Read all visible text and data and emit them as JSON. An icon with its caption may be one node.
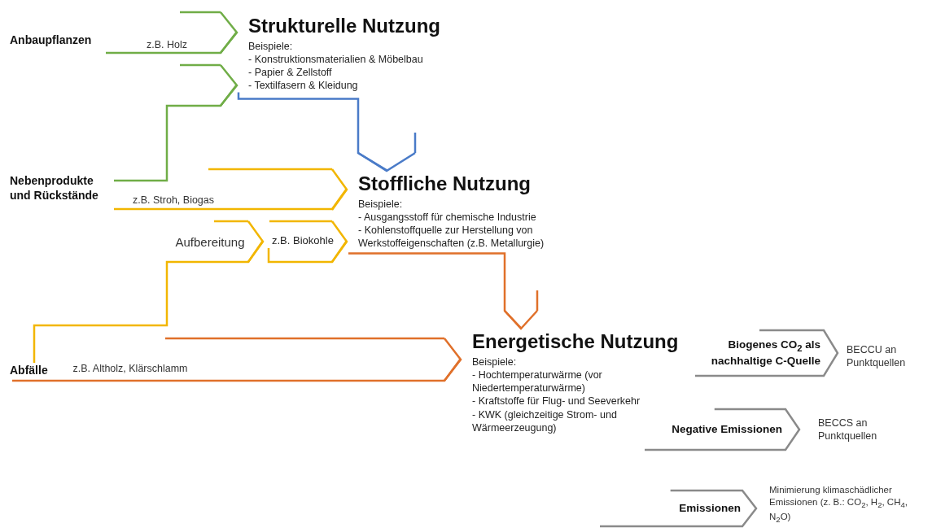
{
  "diagram": {
    "nodes": [
      {
        "text": [
          "Anbaupflanzen"
        ]
      },
      {
        "text": [
          "Strukturelle Nutzung",
          "Beispiele:",
          "- Konstruktionsmaterialien & Möbelbau",
          "- Papier & Zellstoff",
          "- Textilfasern & Kleidung"
        ]
      },
      {
        "text": [
          "Nebenprodukte und Rückstände"
        ]
      },
      {
        "text": [
          "Stoffliche Nutzung",
          "Beispiele:",
          "- Ausgangsstoff für chemische Industrie",
          "- Kohlenstoffquelle zur Herstellung von Werkstoffeigenschaften (z.B. Metallurgie)"
        ]
      },
      {
        "text": [
          "z.B. Biokohle"
        ]
      },
      {
        "text": [
          "Abfälle"
        ]
      },
      {
        "text": [
          "Energetische Nutzung",
          "Beispiele:",
          "- Hochtemperaturwärme (vor Niedertemperaturwärme)",
          "- Kraftstoffe für Flug- und Seeverkehr",
          "- KWK (gleichzeitige Strom- und Wärmeerzeugung)"
        ]
      },
      {
        "text": [
          "Biogenes CO$_{2}$ als nachhaltige C-Quelle"
        ],
        "beside": [
          "BECCU an Punktquellen"
        ]
      },
      {
        "text": [
          "Negative Emissionen"
        ],
        "beside": [
          "BECCS an Punktquellen"
        ]
      },
      {
        "text": [
          "Emissionen"
        ],
        "beside": [
          "Minimierung klimaschädlicher Emissionen (z. B.: CO$_{2}$, H$_{2}$, CH$_{4}$, N$_{2}$O)"
        ]
      }
    ],
    "edges": [
      {
        "from": 0,
        "to": 1,
        "arrow": "to",
        "label": "z.B. Holz",
        "color": "#70ad47"
      },
      {
        "from": 2,
        "to": 1,
        "arrow": "to",
        "color": "#70ad47"
      },
      {
        "from": 1,
        "to": 3,
        "arrow": "to",
        "color": "#4a7bc8"
      },
      {
        "from": 2,
        "to": 3,
        "arrow": "to",
        "label": "z.B. Stroh, Biogas",
        "color": "#f2b600"
      },
      {
        "from": 5,
        "to": 4,
        "arrow": "to",
        "label": "Aufbereitung",
        "color": "#f2b600"
      },
      {
        "from": 4,
        "to": 3,
        "arrow": "to",
        "color": "#f2b600"
      },
      {
        "from": 3,
        "to": 6,
        "arrow": "to",
        "color": "#e0702a"
      },
      {
        "from": 5,
        "to": 6,
        "arrow": "to",
        "label": "z.B. Altholz, Klärschlamm",
        "color": "#e0702a"
      }
    ]
  }
}
